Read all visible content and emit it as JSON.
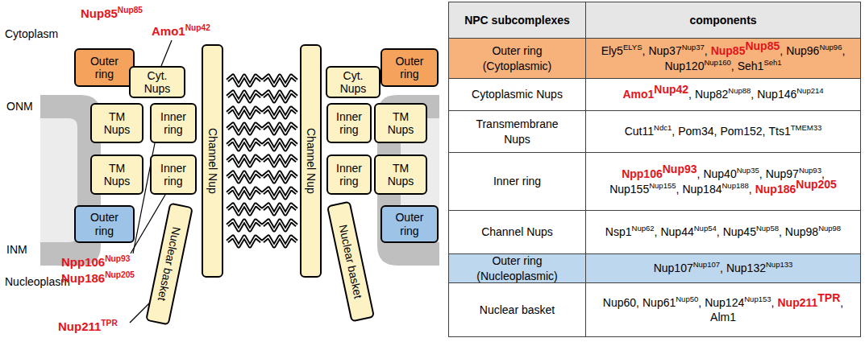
{
  "diagram": {
    "nodes": [
      {
        "text": [
          "Outer ring"
        ]
      },
      {
        "text": [
          "Cyt. Nups"
        ]
      },
      {
        "text": [
          "TM Nups"
        ]
      },
      {
        "text": [
          "Inner ring"
        ]
      },
      {
        "text": [
          "TM Nups"
        ]
      },
      {
        "text": [
          "Inner ring"
        ]
      },
      {
        "text": [
          "Outer ring"
        ]
      },
      {
        "text": [
          "Channel Nup"
        ]
      },
      {
        "text": [
          "Channel Nup"
        ]
      },
      {
        "text": [
          "Nuclear basket"
        ]
      },
      {
        "text": [
          "Nuclear basket"
        ]
      },
      {
        "text": [
          "Cyt. Nups"
        ]
      },
      {
        "text": [
          "Outer ring"
        ]
      },
      {
        "text": [
          "Inner ring"
        ]
      },
      {
        "text": [
          "TM Nups"
        ]
      },
      {
        "text": [
          "Inner ring"
        ]
      },
      {
        "text": [
          "TM Nups"
        ]
      },
      {
        "text": [
          "Outer ring"
        ]
      }
    ],
    "labels": [
      "Cytoplasm",
      "ONM",
      "INM",
      "Nucleoplasm",
      "Nup85",
      "Nup85",
      "Amo1",
      "Nup42",
      "Npp106",
      "Nup93",
      "Nup186",
      "Nup205",
      "Nup211",
      "TPR",
      "NPC subcomplexes",
      "components",
      "Outer ring (Cytoplasmic)",
      "Ely5",
      "ELYS",
      ",",
      "Nup37",
      "Nup37",
      ",",
      "Nup85",
      "Nup85",
      ",",
      "Nup96",
      "Nup96",
      ",",
      "Nup120",
      "Nup160",
      ",",
      "Seh1",
      "Seh1",
      "Cytoplasmic Nups",
      "Amo1",
      "Nup42",
      ",",
      "Nup82",
      "Nup88",
      ",",
      "Nup146",
      "Nup214",
      "Transmembrane Nups",
      "Cut11",
      "Ndc1",
      ",",
      "Pom34",
      ",",
      "Pom152",
      ",",
      "Tts1",
      "TMEM33",
      "Inner ring",
      "Npp106",
      "Nup93",
      ",",
      "Nup40",
      "Nup35",
      ",",
      "Nup97",
      "Nup93",
      ",",
      "Nup155",
      "Nup155",
      ",",
      "Nup184",
      "Nup188",
      ",",
      "Nup186",
      "Nup205",
      "Channel Nups",
      "Nsp1",
      "Nup62",
      ",",
      "Nup44",
      "Nup54",
      ",",
      "Nup45",
      "Nup58",
      ",",
      "Nup98",
      "Nup98",
      "Outer ring (Nucleoplasmic)",
      "Nup107",
      "Nup107",
      ",",
      "Nup132",
      "Nup133",
      "Nuclear basket",
      "Nup60",
      ",",
      "Nup61",
      "Nup50",
      ",",
      "Nup124",
      "Nup153",
      ",",
      "Nup211",
      "TPR",
      ",",
      "Alm1"
    ]
  }
}
